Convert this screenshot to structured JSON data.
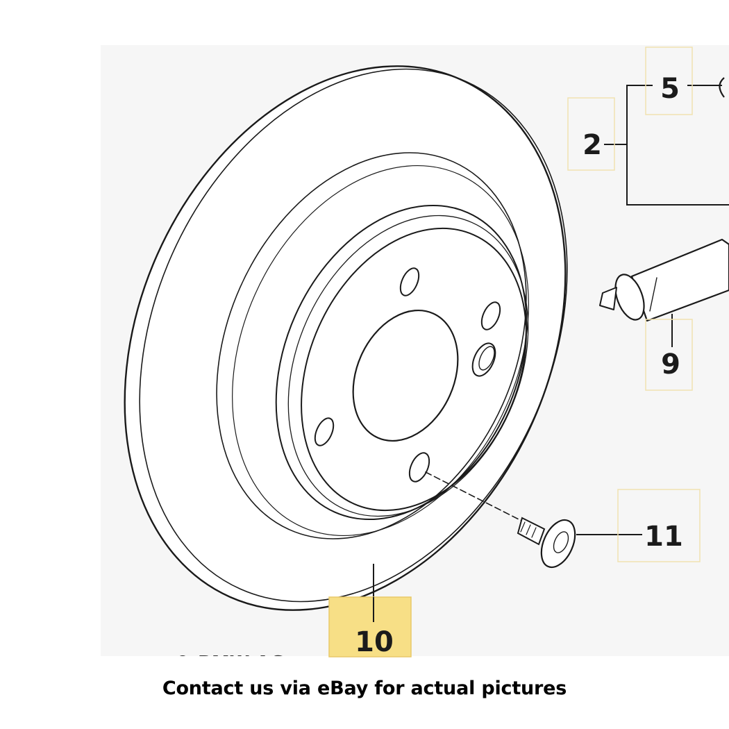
{
  "diagram": {
    "copyright": "© BMW AG",
    "highlight_color": "#f7df86",
    "highlight_border": "#e8c96a",
    "callouts": [
      {
        "id": "2",
        "label": "2",
        "highlighted": false
      },
      {
        "id": "5",
        "label": "5",
        "highlighted": false
      },
      {
        "id": "9",
        "label": "9",
        "highlighted": false
      },
      {
        "id": "10",
        "label": "10",
        "highlighted": true
      },
      {
        "id": "11",
        "label": "11",
        "highlighted": false
      }
    ]
  },
  "caption": {
    "text": "Contact us via eBay for actual pictures"
  }
}
